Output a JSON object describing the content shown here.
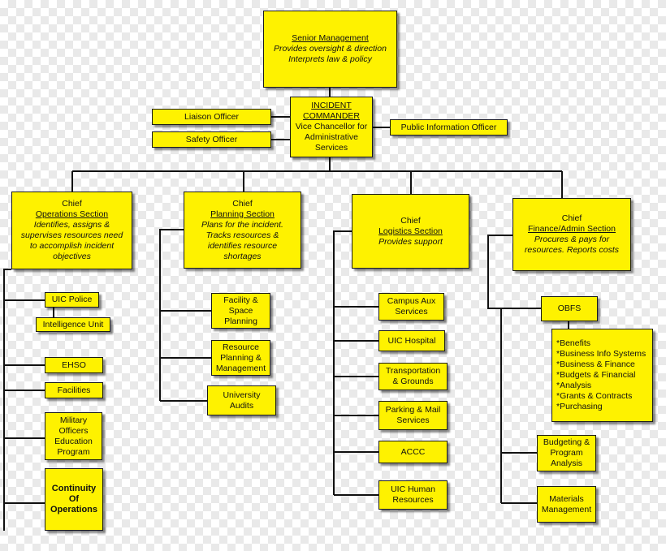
{
  "diagram": {
    "senior": {
      "title": "Senior Management",
      "line1": "Provides oversight & direction",
      "line2": "Interprets law & policy"
    },
    "commander": {
      "title": "INCIDENT\nCOMMANDER",
      "body": "Vice Chancellor for\nAdministrative\nServices"
    },
    "liaison": "Liaison Officer",
    "safety": "Safety Officer",
    "public_info": "Public Information Officer",
    "sections": {
      "operations": {
        "chief": "Chief",
        "title": "Operations Section",
        "desc": "Identifies, assigns &\nsupervises resources need\nto accomplish incident\nobjectives"
      },
      "planning": {
        "chief": "Chief",
        "title": "Planning Section",
        "desc": "Plans for the incident.\nTracks resources &\nidentifies resource\nshortages"
      },
      "logistics": {
        "chief": "Chief",
        "title": "Logistics Section",
        "desc": "Provides support"
      },
      "finance": {
        "chief": "Chief",
        "title": "Finance/Admin Section",
        "desc": "Procures & pays for\nresources.  Reports costs"
      }
    },
    "operations_units": [
      "UIC Police",
      "Intelligence Unit",
      "EHSO",
      "Facilities",
      "Military\nOfficers\nEducation\nProgram",
      "Continuity\nOf\nOperations"
    ],
    "planning_units": [
      "Facility &\nSpace\nPlanning",
      "Resource\nPlanning &\nManagement",
      "University\nAudits"
    ],
    "logistics_units": [
      "Campus Aux\nServices",
      "UIC Hospital",
      "Transportation\n& Grounds",
      "Parking & Mail\nServices",
      "ACCC",
      "UIC Human\nResources"
    ],
    "finance_units": {
      "obfs": "OBFS",
      "obfs_list": "*Benefits\n*Business Info Systems\n*Business & Finance\n*Budgets & Financial\n*Analysis\n*Grants & Contracts\n*Purchasing",
      "budgeting": "Budgeting &\nProgram\nAnalysis",
      "materials": "Materials\nManagement"
    }
  }
}
